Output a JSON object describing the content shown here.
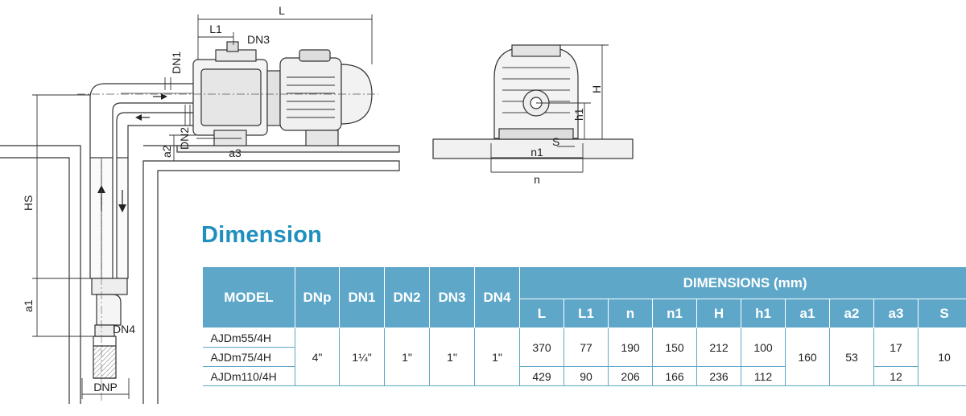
{
  "heading": "Dimension",
  "labels": {
    "L": "L",
    "L1": "L1",
    "DN1": "DN1",
    "DN2": "DN2",
    "DN3": "DN3",
    "DN4": "DN4",
    "DNP": "DNP",
    "a1": "a1",
    "a2": "a2",
    "a3": "a3",
    "HS": "HS",
    "H": "H",
    "h1": "h1",
    "n": "n",
    "n1": "n1",
    "S": "S"
  },
  "table": {
    "col_model": "MODEL",
    "col_dnp": "DNp",
    "col_dn1": "DN1",
    "col_dn2": "DN2",
    "col_dn3": "DN3",
    "col_dn4": "DN4",
    "group_dimensions": "DIMENSIONS (mm)",
    "dim_cols": [
      "L",
      "L1",
      "n",
      "n1",
      "H",
      "h1",
      "a1",
      "a2",
      "a3",
      "S"
    ],
    "models": [
      "AJDm55/4H",
      "AJDm75/4H",
      "AJDm110/4H"
    ],
    "shared": {
      "dnp": "4\"",
      "dn1": "1¼\"",
      "dn2": "1\"",
      "dn3": "1\"",
      "dn4": "1\"",
      "a1": "160",
      "a2": "53",
      "s": "10"
    },
    "group_a": {
      "L": "370",
      "L1": "77",
      "n": "190",
      "n1": "150",
      "H": "212",
      "h1": "100",
      "a3": "17"
    },
    "group_b": {
      "L": "429",
      "L1": "90",
      "n": "206",
      "n1": "166",
      "H": "236",
      "h1": "112",
      "a3": "12"
    }
  }
}
